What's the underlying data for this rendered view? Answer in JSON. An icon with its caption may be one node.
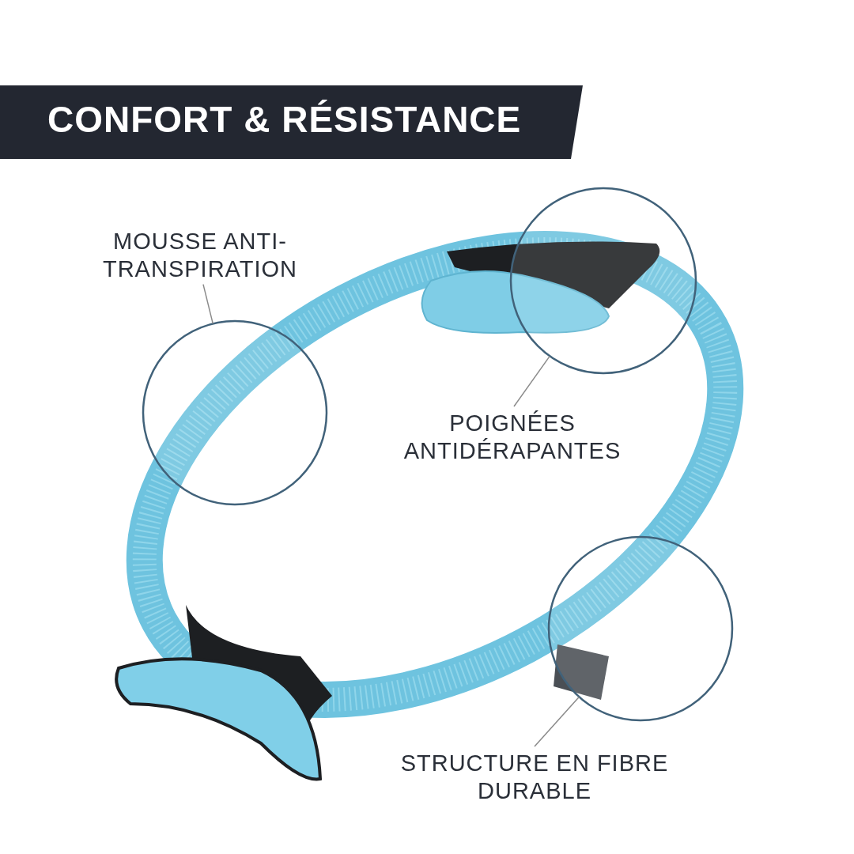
{
  "diagram": {
    "title": "CONFORT & RÉSISTANCE",
    "nodes": [
      {
        "text": [
          "MOUSSE ANTI- TRANSPIRATION"
        ]
      },
      {
        "text": [],
        "shape": "circle"
      },
      {
        "text": [],
        "shape": "circle"
      },
      {
        "text": [
          "POIGNÉES ANTIDÉRAPANTES"
        ]
      },
      {
        "text": [],
        "shape": "circle"
      },
      {
        "text": [
          "STRUCTURE EN FIBRE DURABLE"
        ]
      }
    ],
    "edges": [
      {
        "from": 0,
        "to": 1,
        "arrow": "none"
      },
      {
        "from": 3,
        "to": 2,
        "arrow": "none"
      },
      {
        "from": 5,
        "to": 4,
        "arrow": "none"
      }
    ]
  }
}
